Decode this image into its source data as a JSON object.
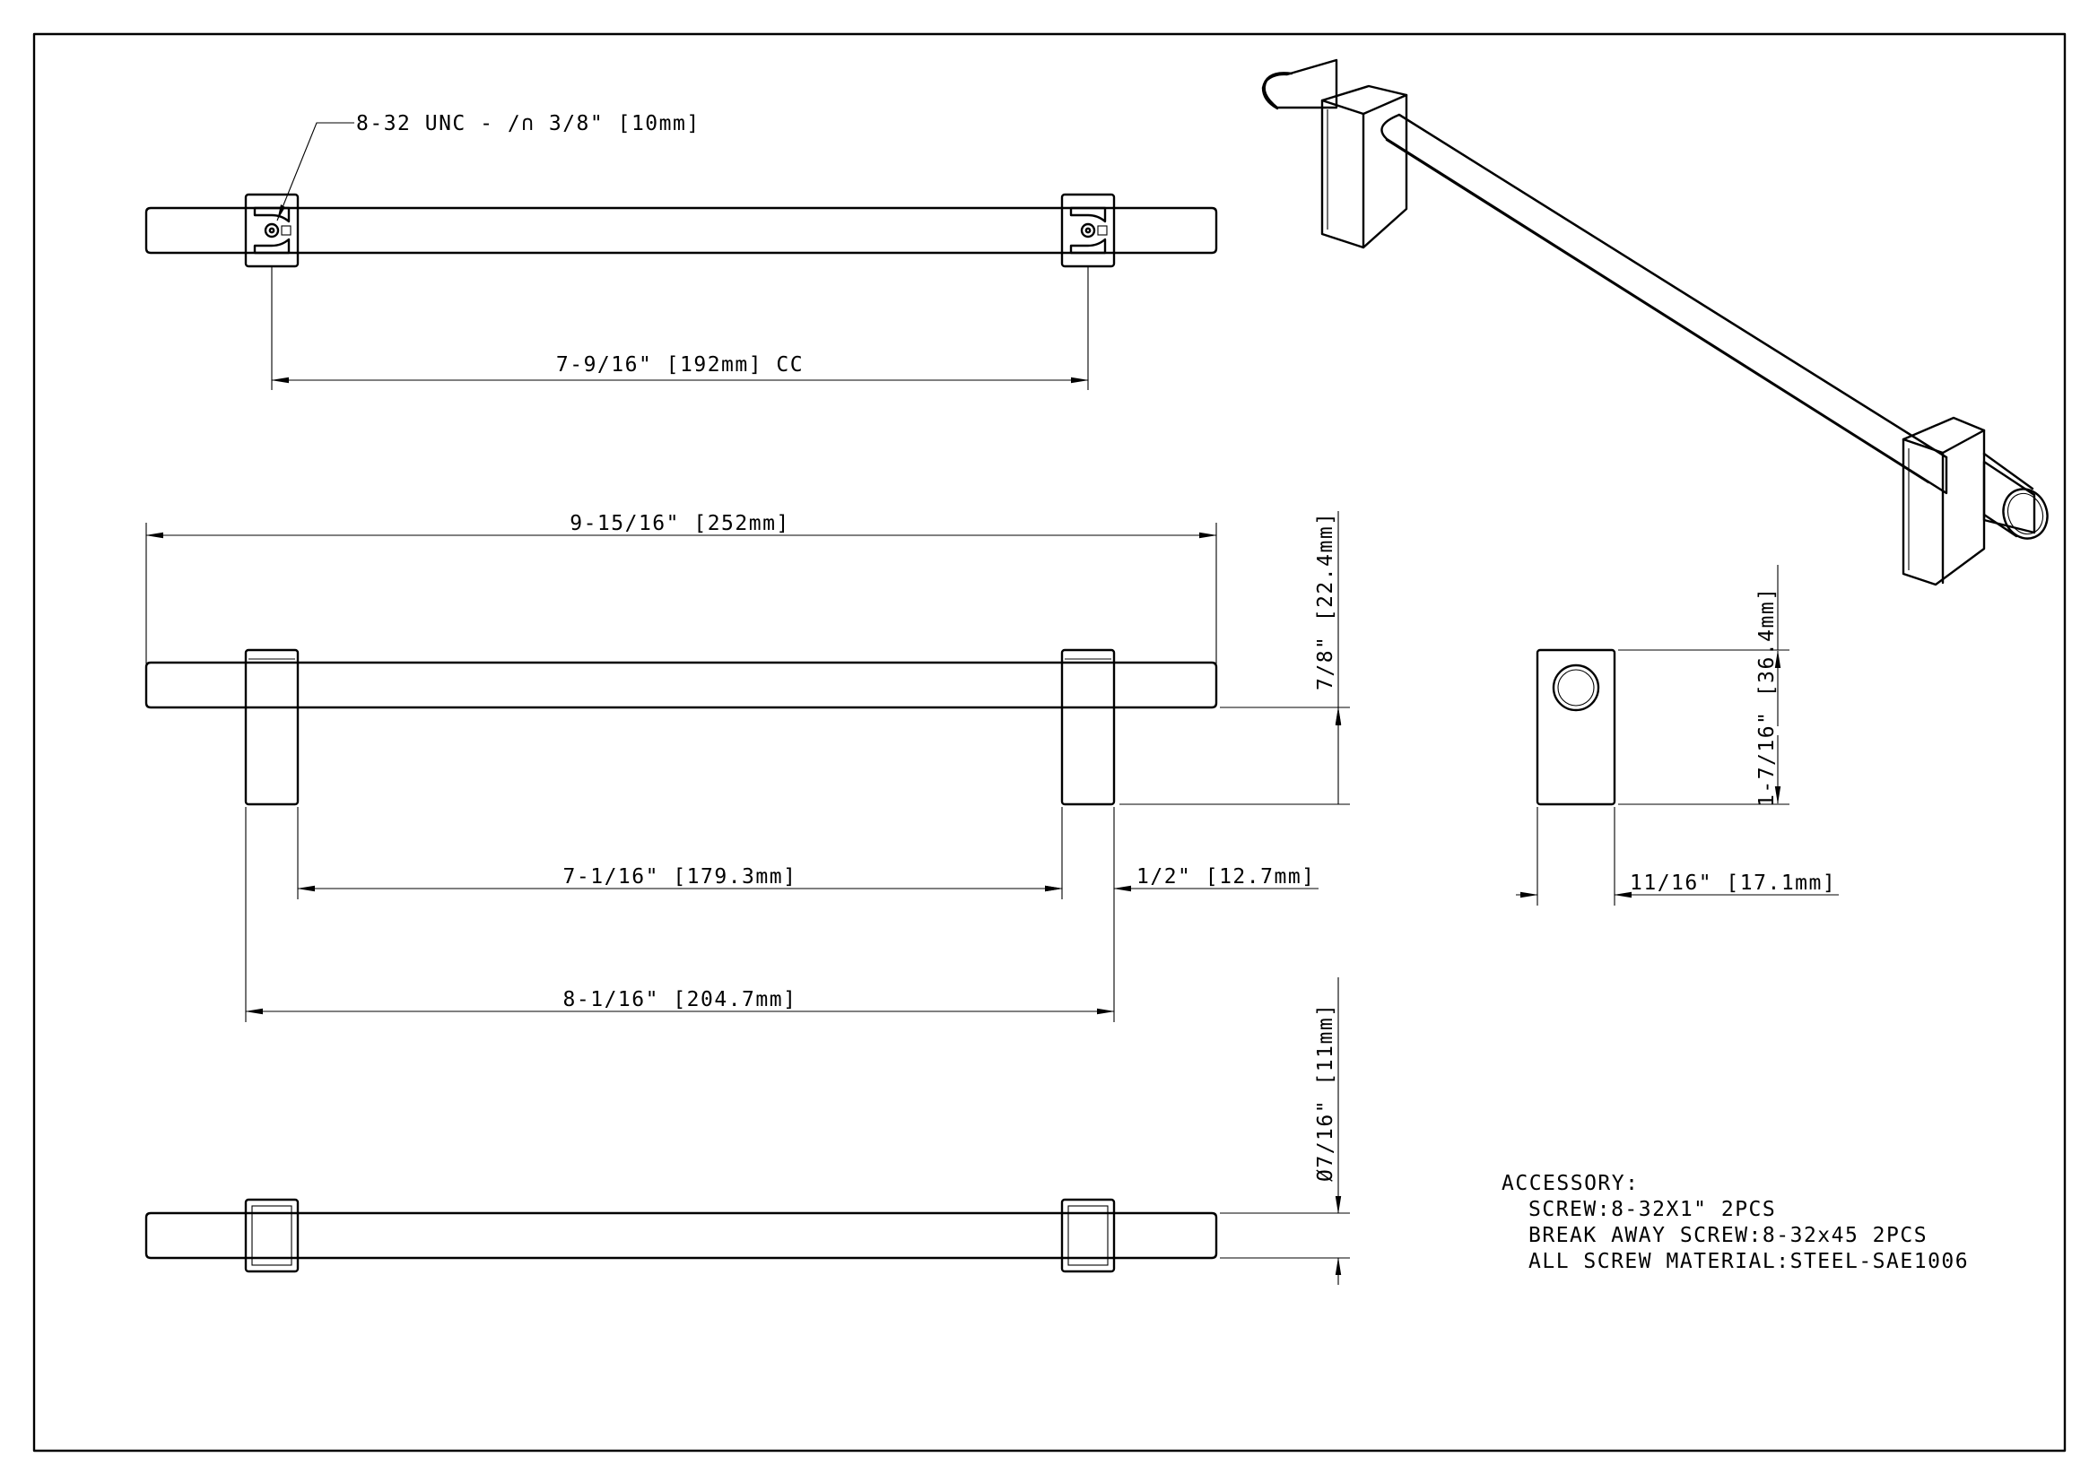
{
  "callout": {
    "thread_spec": "8-32 UNC - ∕∩ 3/8\" [10mm]"
  },
  "dimensions": {
    "cc": "7-9/16\" [192mm] CC",
    "overall_length": "9-15/16\" [252mm]",
    "height": "7/8\" [22.4mm]",
    "inner_gap": "7-1/16\" [179.3mm]",
    "post_width": "1/2\" [12.7mm]",
    "post_span": "8-1/16\" [204.7mm]",
    "bar_diameter": "Ø7/16\" [11mm]",
    "post_height": "1-7/16\" [36.4mm]",
    "post_depth": "11/16\" [17.1mm]"
  },
  "accessory": {
    "title": "ACCESSORY:",
    "line1": "SCREW:8-32X1\" 2PCS",
    "line2": "BREAK AWAY SCREW:8-32x45 2PCS",
    "line3": "ALL SCREW MATERIAL:STEEL-SAE1006"
  },
  "icons": {
    "thread_symbol": "counterbore-depth-icon"
  }
}
